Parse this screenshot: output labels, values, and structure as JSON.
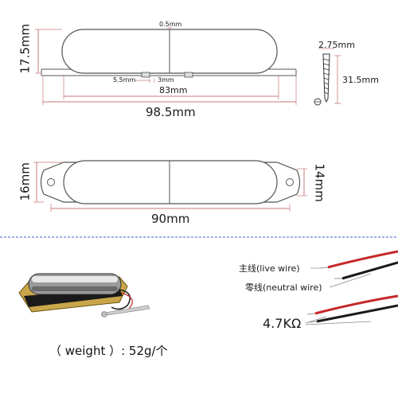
{
  "top_view": {
    "height_label": "17.5mm",
    "gap_label": "0.5mm",
    "screw_offset_label": "5.5mm",
    "screw_size_label": "3mm",
    "inner_length_label": "83mm",
    "total_length_label": "98.5mm"
  },
  "screw": {
    "width_label": "2.75mm",
    "length_label": "31.5mm"
  },
  "base_view": {
    "height_label": "16mm",
    "right_height_label": "14mm",
    "length_label": "90mm"
  },
  "wires": {
    "live_label": "主线(live wire)",
    "neutral_label": "零线(neutral wire)",
    "resistor_label": "4.7KΩ"
  },
  "weight_text": "（ weight ）: 52g/个",
  "colors": {
    "dimension_line": "#c77a7a",
    "divider": "#3a5bd9",
    "wire_red": "#c62828",
    "wire_black": "#1a1a1a",
    "pickup_fill": "#ffffff",
    "pickup_stroke": "#555555"
  }
}
